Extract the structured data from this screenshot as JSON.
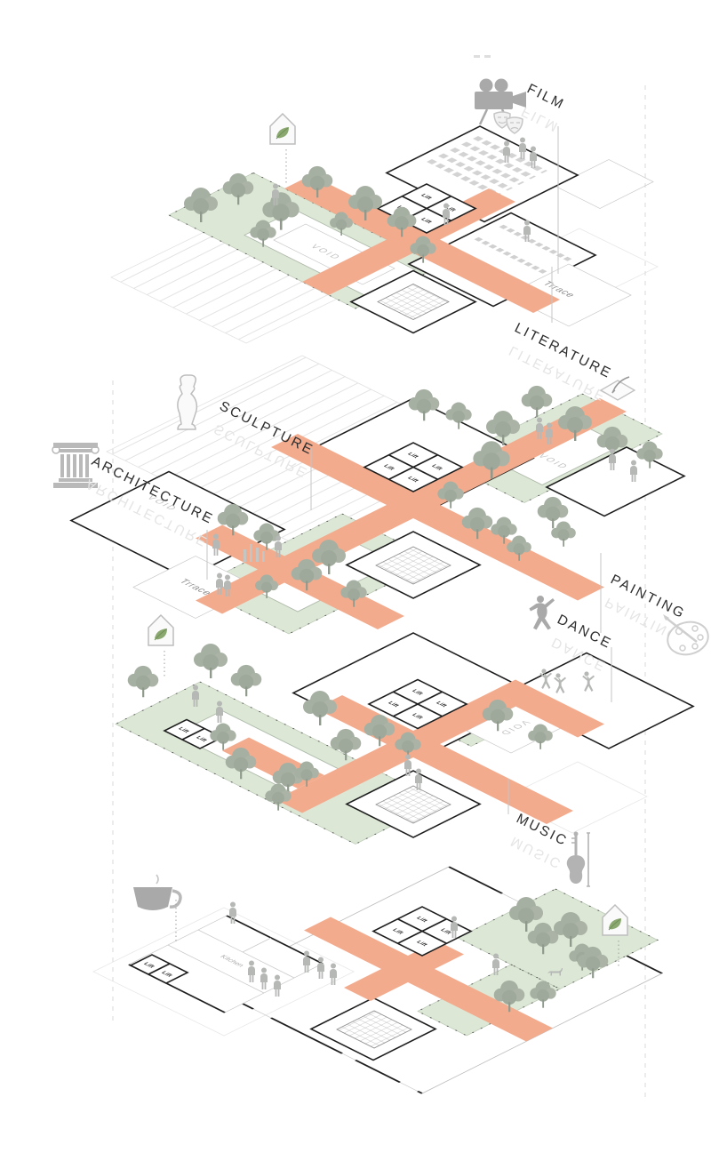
{
  "page": {
    "type": "exploded axonometric program diagram of an arts centre",
    "background": "#ffffff"
  },
  "labels": {
    "film": "FILM",
    "literature": "LITERATURE",
    "sculpture": "SCULPTURE",
    "architecture": "ARCHITECTURE",
    "painting": "PAINTING",
    "dance": "DANCE",
    "music": "MUSIC"
  },
  "floor_labels": {
    "lift": "Lift",
    "void": "VOID",
    "terrace": "Trrace",
    "kitchen": "Kitchen"
  },
  "icons": {
    "film": "film-camera-and-theater-masks",
    "literature": "quill-letter",
    "sculpture": "venus-statue",
    "architecture": "classical-column",
    "painting": "paint-palette",
    "dance": "dancer-figure",
    "music": "violin-and-bow",
    "cafe": "coffee-cup",
    "green_roof": "eco-house-leaf"
  },
  "colors": {
    "circulation": "#F3AB8E",
    "greenery": "#DCE7D6",
    "tree": "#A6B0A2",
    "wall": "#1F1F1F",
    "label": "#2E2E2E",
    "reflection": "#E5E5E5",
    "muted_text": "#BDBDBD"
  }
}
